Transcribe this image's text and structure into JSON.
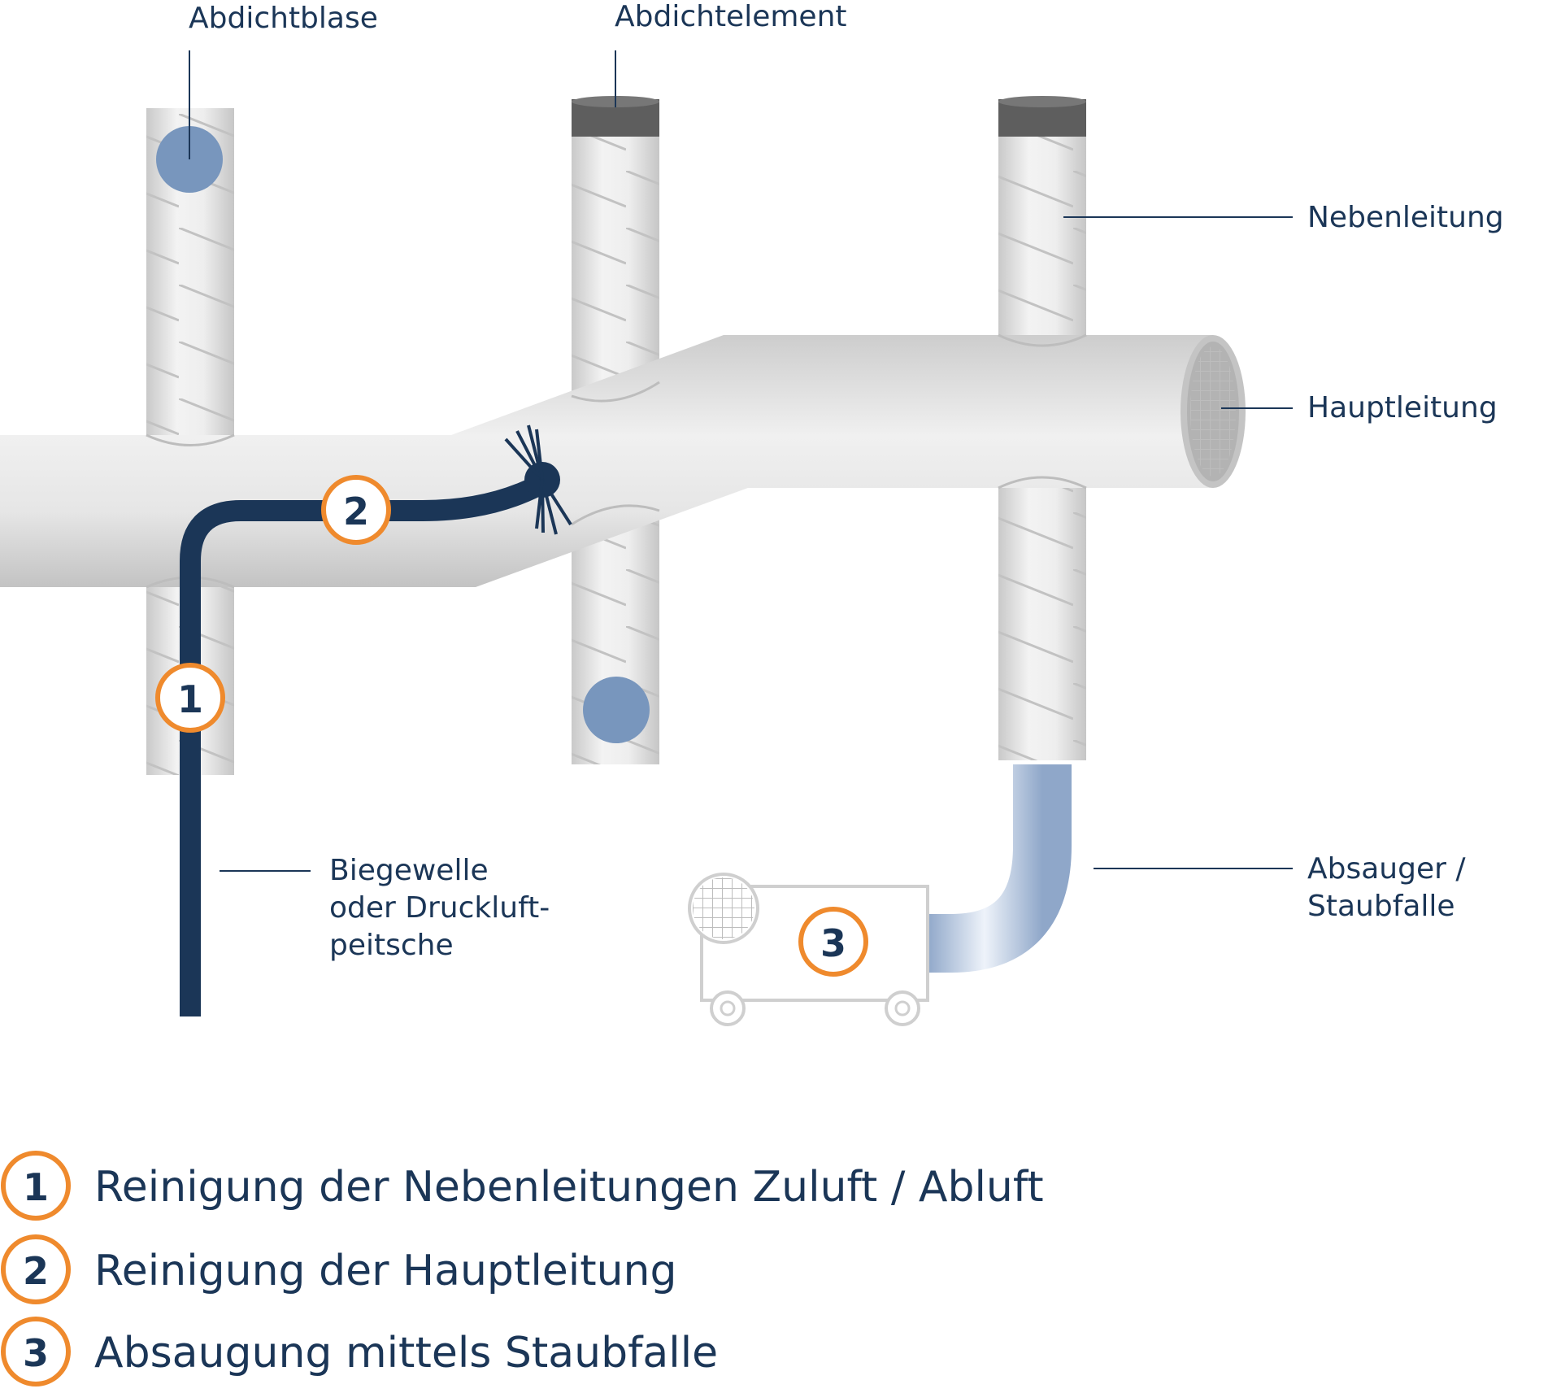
{
  "labels": {
    "abdichtblase": "Abdichtblase",
    "abdichtelement": "Abdichtelement",
    "nebenleitung": "Nebenleitung",
    "hauptleitung": "Hauptleitung",
    "biegewelle_1": "Biegewelle",
    "biegewelle_2": "oder Druckluft-",
    "biegewelle_3": "peitsche",
    "absauger_1": "Absauger /",
    "absauger_2": "Staubfalle"
  },
  "markers": {
    "m1": "1",
    "m2": "2",
    "m3": "3"
  },
  "legend": [
    {
      "number": "1",
      "text": "Reinigung der Nebenleitungen Zuluft / Abluft"
    },
    {
      "number": "2",
      "text": "Reinigung der Hauptleitung"
    },
    {
      "number": "3",
      "text": "Absaugung mittels Staubfalle"
    }
  ],
  "colors": {
    "navy": "#1b3657",
    "orange": "#ef8a2d",
    "bladder": "#7896bd",
    "pipe": "#dcdcdc",
    "seal_cap": "#5e5e5e",
    "hose": "#b7c8e0"
  }
}
